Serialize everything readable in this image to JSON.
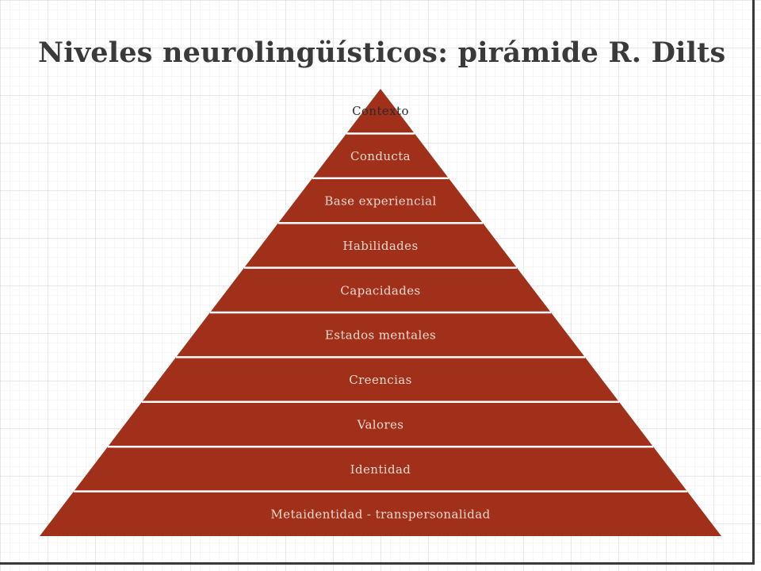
{
  "slide": {
    "title": "Niveles neurolingüísticos: pirámide R. Dilts"
  },
  "pyramid": {
    "fill_color": "#a0301a",
    "divider_color": "#ffffff",
    "apex_label_color": "#2a2a2a",
    "label_color": "#f2d9d0",
    "levels": [
      "Contexto",
      "Conducta",
      "Base experiencial",
      "Habilidades",
      "Capacidades",
      "Estados mentales",
      "Creencias",
      "Valores",
      "Identidad",
      "Metaidentidad - transpersonalidad"
    ]
  }
}
